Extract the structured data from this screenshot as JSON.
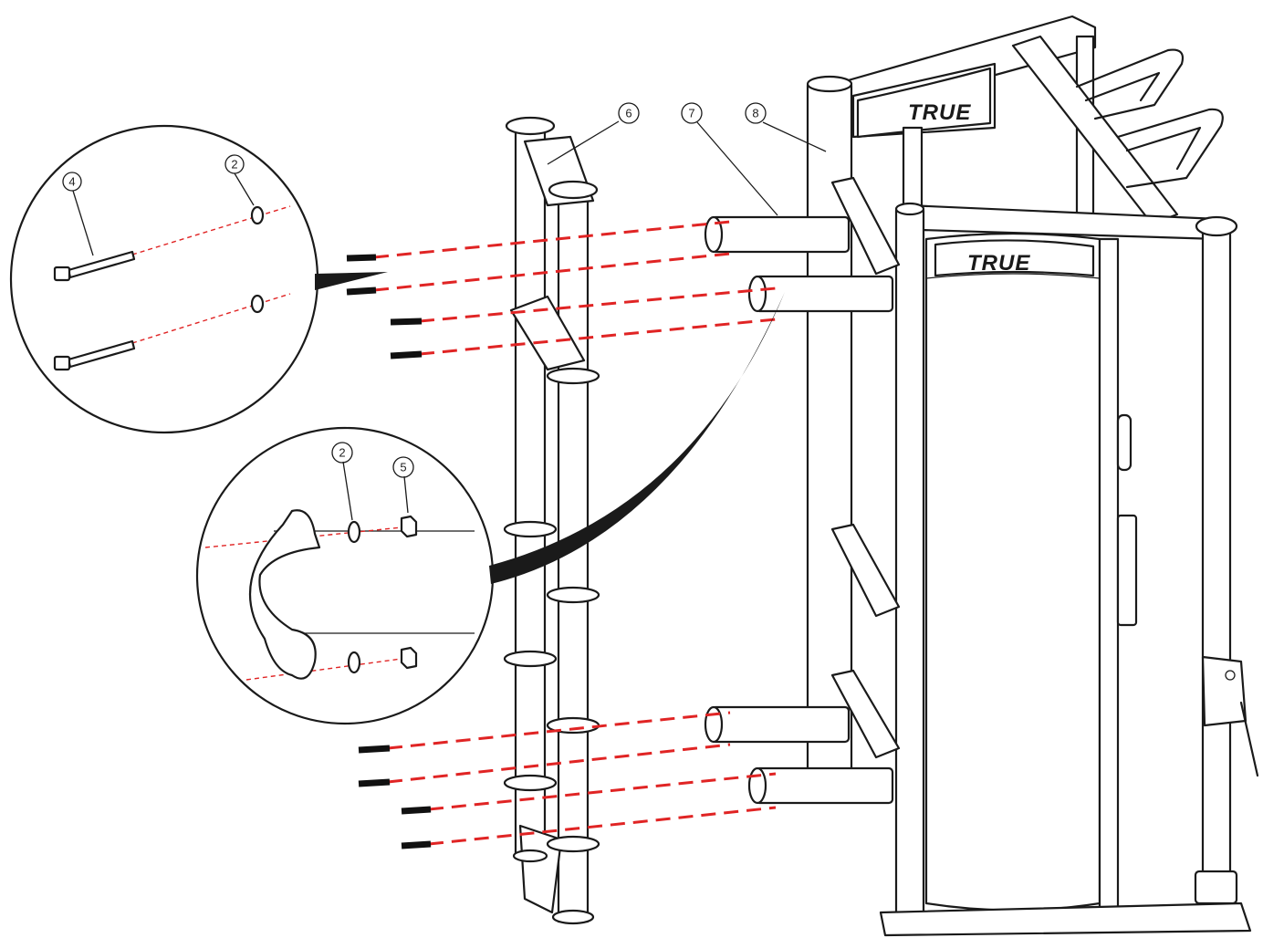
{
  "diagram": {
    "brand_text": "TRUE",
    "callouts": {
      "part_6": "6",
      "part_7": "7",
      "part_8": "8",
      "detail_top_bolt": "4",
      "detail_top_washer": "2",
      "detail_bottom_washer": "2",
      "detail_bottom_nut": "5"
    },
    "colors": {
      "line": "#1a1a1a",
      "assembly_dash": "#e02424",
      "background": "#ffffff"
    }
  }
}
